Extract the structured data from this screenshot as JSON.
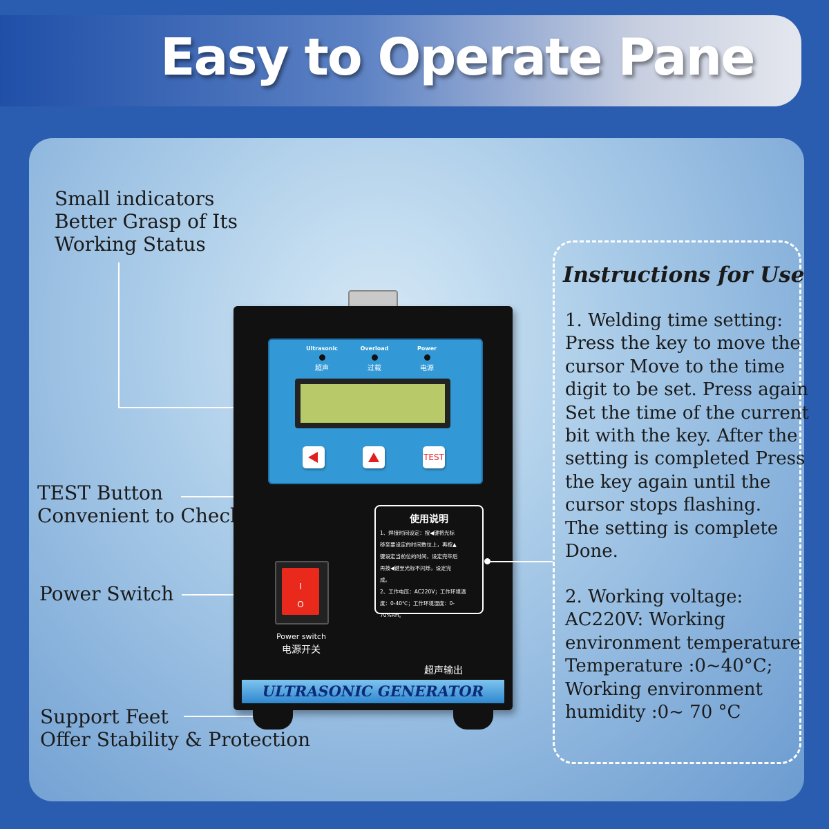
{
  "banner": {
    "title": "Easy to Operate Pane"
  },
  "callouts": {
    "indicators": [
      "Small indicators",
      "Better Grasp of Its",
      "Working Status"
    ],
    "test": [
      "TEST Button",
      "Convenient to Check"
    ],
    "power": [
      "Power Switch"
    ],
    "feet": [
      "Support Feet",
      "Offer Stability & Protection"
    ]
  },
  "device": {
    "indicators": [
      {
        "en": "Ultrasonic",
        "cn": "超声"
      },
      {
        "en": "Overload",
        "cn": "过载"
      },
      {
        "en": "Power",
        "cn": "电源"
      }
    ],
    "test_key": "TEST",
    "switch_on": "I",
    "switch_off": "O",
    "switch_label_en": "Power switch",
    "switch_label_cn": "电源开关",
    "label_title": "使用说明",
    "label_body": "1、焊接时间设定：按◀键将光标\n移至要设定的时间数位上，再按▲\n键设定当前位的时间，设定完毕后\n再按◀键至光标不闪烁，设定完\n成。\n2、工作电压：AC220V；工作环境温\n度：0-40℃；工作环境湿度：0-70%RH。",
    "output_label": "超声输出",
    "nameplate": "ULTRASONIC GENERATOR"
  },
  "instructions": {
    "title": "Instructions for Use",
    "item1": [
      "1. Welding time setting:",
      "Press the key to move the",
      "cursor Move to the time",
      "digit to be set. Press again",
      "Set the time of the current",
      "bit with the key. After the",
      "setting is completed Press",
      "the key again until the",
      "cursor stops flashing.",
      "The setting is complete",
      "Done."
    ],
    "item2": [
      "2. Working voltage:",
      "AC220V: Working",
      "environment temperature",
      "Temperature :0~40°C;",
      "Working environment",
      "humidity :0~ 70 °C"
    ]
  }
}
